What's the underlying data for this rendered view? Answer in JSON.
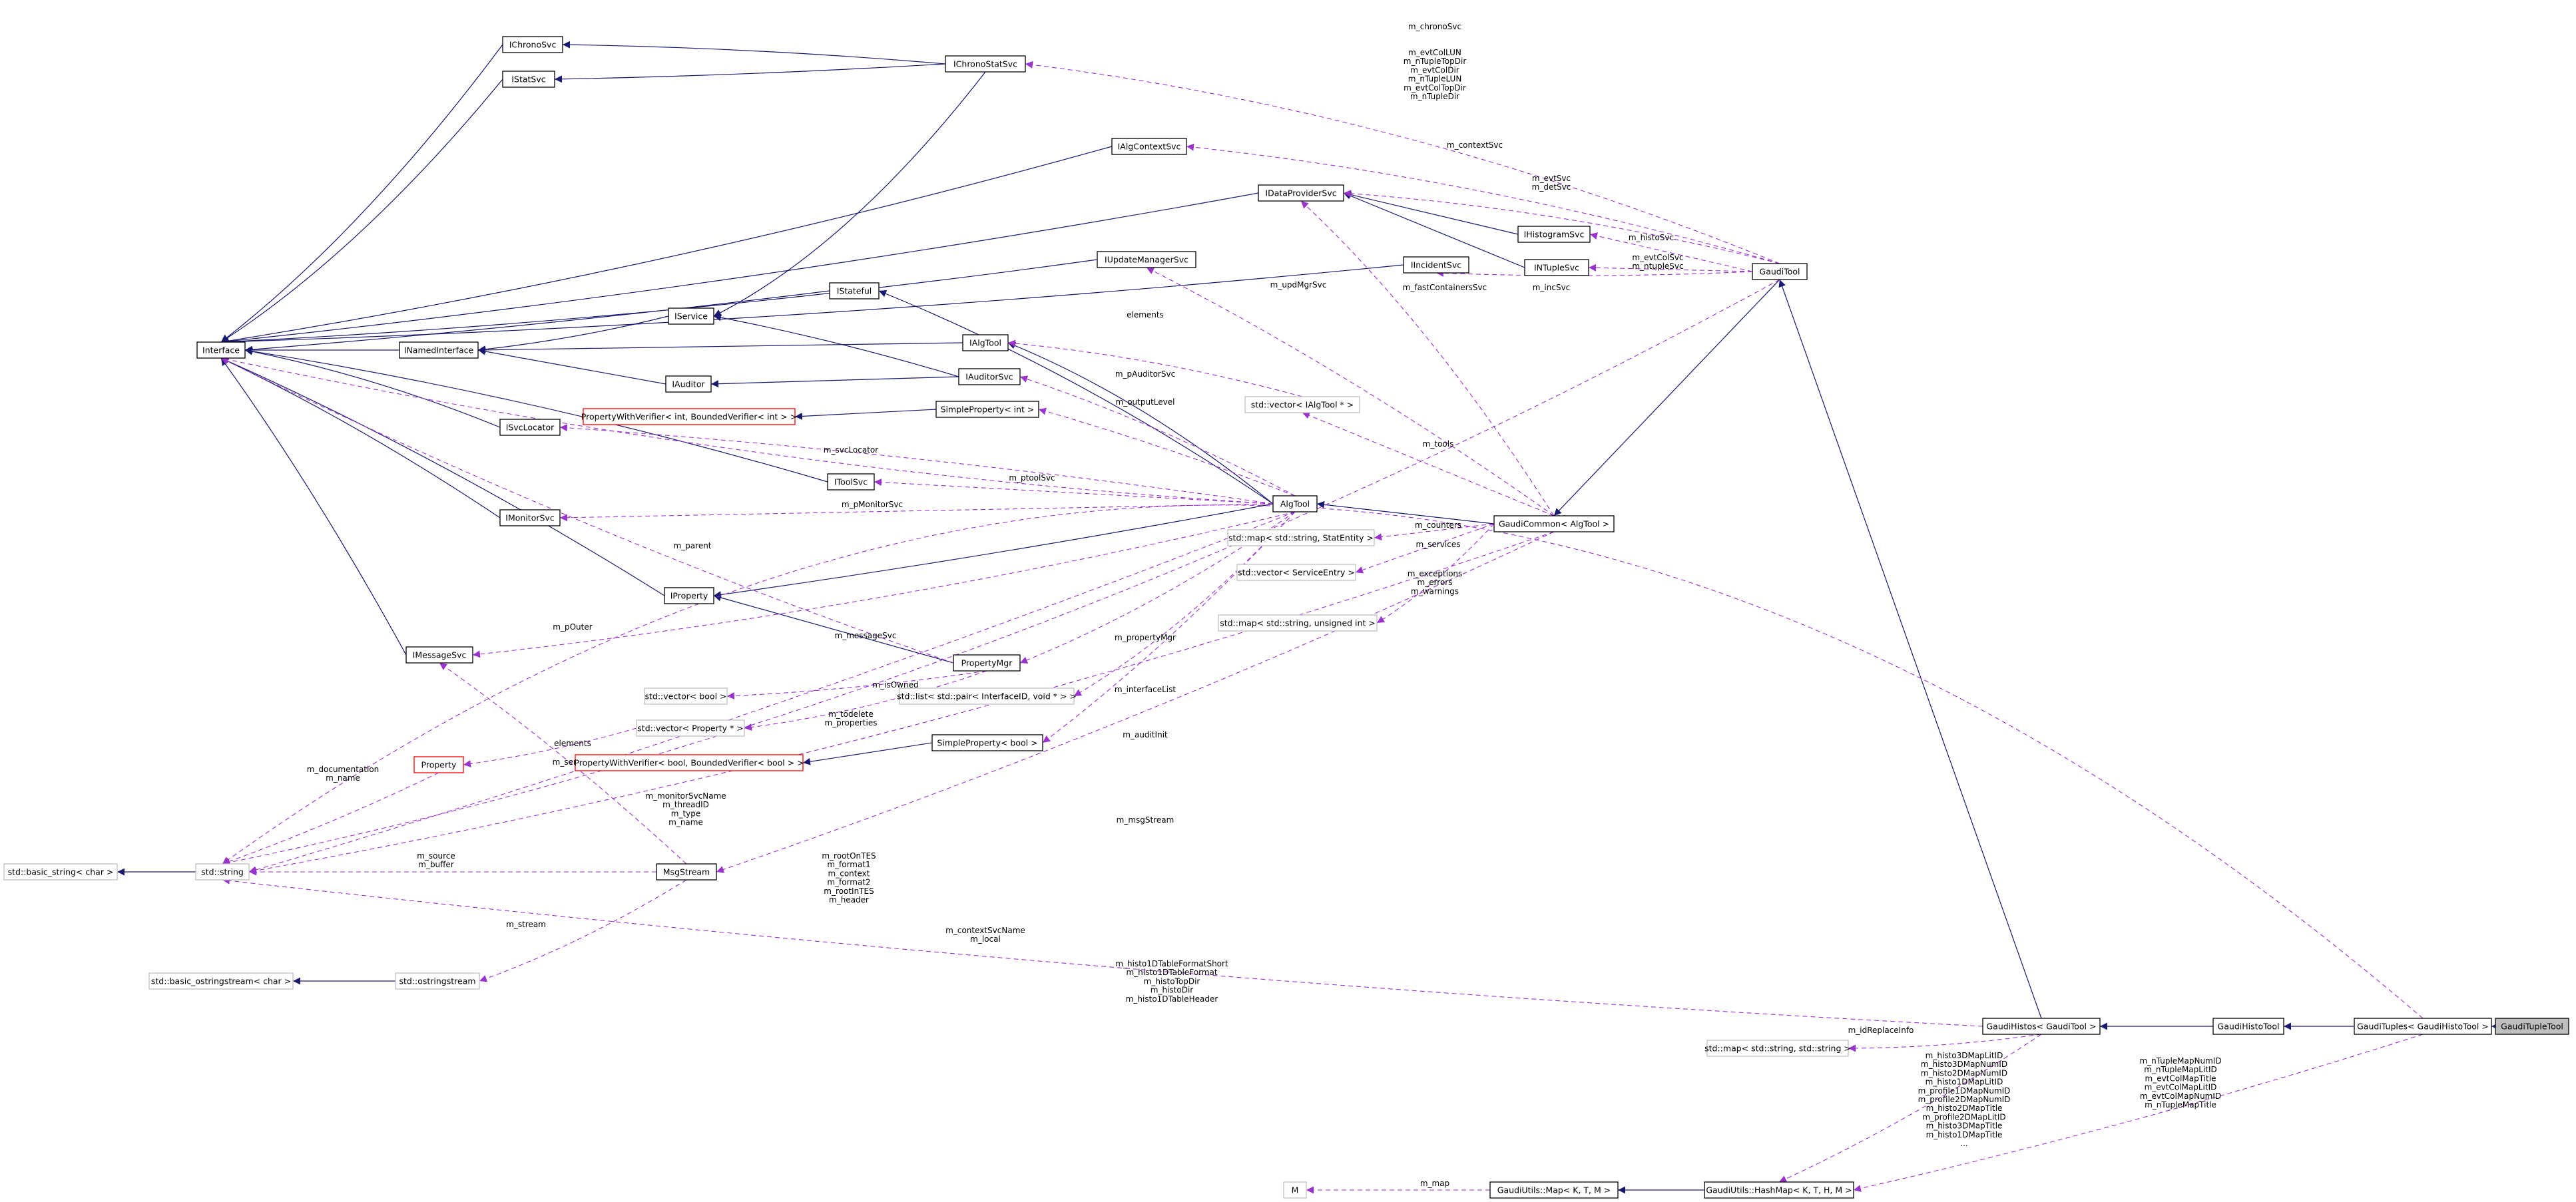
{
  "colors": {
    "inheritance_edge": "#191970",
    "usage_edge": "#9a32cd",
    "current_node_fill": "#bfbfbf",
    "template_node_border": "#ff0000",
    "external_node_border": "#bfbfbf"
  },
  "nodes": {
    "IChronoSvc": "IChronoSvc",
    "IStatSvc": "IStatSvc",
    "IChronoStatSvc": "IChronoStatSvc",
    "IAlgContextSvc": "IAlgContextSvc",
    "IDataProviderSvc": "IDataProviderSvc",
    "IHistogramSvc": "IHistogramSvc",
    "INTupleSvc": "INTupleSvc",
    "IIncidentSvc": "IIncidentSvc",
    "IUpdateManagerSvc": "IUpdateManagerSvc",
    "GaudiTool": "GaudiTool",
    "IStateful": "IStateful",
    "IService": "IService",
    "Interface": "Interface",
    "INamedInterface": "INamedInterface",
    "IAlgTool": "IAlgTool",
    "IAuditor": "IAuditor",
    "IAuditorSvc": "IAuditorSvc",
    "PropertyWithVerifierInt": "PropertyWithVerifier< int, BoundedVerifier< int > >",
    "SimplePropertyInt": "SimpleProperty< int >",
    "VectorIAlgTool": "std::vector< IAlgTool * >",
    "ISvcLocator": "ISvcLocator",
    "IToolSvc": "IToolSvc",
    "AlgTool": "AlgTool",
    "GaudiCommon": "GaudiCommon< AlgTool >",
    "IMonitorSvc": "IMonitorSvc",
    "MapStatEntity": "std::map< std::string, StatEntity >",
    "VectorServiceEntry": "std::vector< ServiceEntry >",
    "IProperty": "IProperty",
    "MapUnsignedInt": "std::map< std::string, unsigned int >",
    "IMessageSvc": "IMessageSvc",
    "PropertyMgr": "PropertyMgr",
    "VectorBool": "std::vector< bool >",
    "ListPair": "std::list< std::pair< InterfaceID, void * > >",
    "VectorProperty": "std::vector< Property * >",
    "SimplePropertyBool": "SimpleProperty< bool >",
    "Property": "Property",
    "PropertyWithVerifierBool": "PropertyWithVerifier< bool, BoundedVerifier< bool > >",
    "BasicString": "std::basic_string< char >",
    "StdString": "std::string",
    "MsgStream": "MsgStream",
    "BasicOstringstream": "std::basic_ostringstream< char >",
    "Ostringstream": "std::ostringstream",
    "GaudiHistos": "GaudiHistos< GaudiTool >",
    "GaudiHistoTool": "GaudiHistoTool",
    "GaudiTuples": "GaudiTuples< GaudiHistoTool >",
    "GaudiTupleTool": "GaudiTupleTool",
    "MapStringString": "std::map< std::string, std::string >",
    "M": "M",
    "GaudiUtilsMap": "GaudiUtils::Map< K, T, M >",
    "GaudiUtilsHashMap": "GaudiUtils::HashMap< K, T, H, M >"
  },
  "edge_labels": {
    "m_chronoSvc": [
      "m_chronoSvc"
    ],
    "m_evtColDir": [
      "m_evtColLUN",
      "m_nTupleTopDir",
      "m_evtColDir",
      "m_nTupleLUN",
      "m_evtColTopDir",
      "m_nTupleDir"
    ],
    "m_contextSvc": [
      "m_contextSvc"
    ],
    "m_evtSvc": [
      "m_evtSvc",
      "m_detSvc"
    ],
    "m_histoSvc": [
      "m_histoSvc"
    ],
    "m_evtColSvc": [
      "m_evtColSvc",
      "m_ntupleSvc"
    ],
    "m_incSvc": [
      "m_incSvc"
    ],
    "m_fastContainersSvc": [
      "m_fastContainersSvc"
    ],
    "m_updMgrSvc": [
      "m_updMgrSvc"
    ],
    "elements_top": [
      "elements"
    ],
    "m_pAuditorSvc": [
      "m_pAuditorSvc"
    ],
    "m_outputLevel": [
      "m_outputLevel"
    ],
    "m_tools": [
      "m_tools"
    ],
    "m_svcLocator": [
      "m_svcLocator"
    ],
    "m_ptoolSvc": [
      "m_ptoolSvc"
    ],
    "m_pMonitorSvc": [
      "m_pMonitorSvc"
    ],
    "m_counters": [
      "m_counters"
    ],
    "m_parent": [
      "m_parent"
    ],
    "m_services": [
      "m_services"
    ],
    "m_exceptions": [
      "m_exceptions",
      "m_errors",
      "m_warnings"
    ],
    "m_messageSvc": [
      "m_messageSvc"
    ],
    "m_pOuter": [
      "m_pOuter"
    ],
    "m_propertyMgr": [
      "m_propertyMgr"
    ],
    "m_isOwned": [
      "m_isOwned"
    ],
    "m_interfaceList": [
      "m_interfaceList"
    ],
    "m_todelete": [
      "m_todelete",
      "m_properties"
    ],
    "elements_bottom": [
      "elements"
    ],
    "m_service": [
      "m_service"
    ],
    "m_auditInit": [
      "m_auditInit"
    ],
    "m_documentation": [
      "m_documentation",
      "m_name"
    ],
    "m_monitorSvcName": [
      "m_monitorSvcName",
      "m_threadID",
      "m_type",
      "m_name"
    ],
    "m_msgStream": [
      "m_msgStream"
    ],
    "m_source": [
      "m_source",
      "m_buffer"
    ],
    "m_rootOnTES": [
      "m_rootOnTES",
      "m_format1",
      "m_context",
      "m_format2",
      "m_rootInTES",
      "m_header"
    ],
    "m_stream": [
      "m_stream"
    ],
    "m_contextSvcName": [
      "m_contextSvcName",
      "m_local"
    ],
    "m_histo1DTableFormatShort": [
      "m_histo1DTableFormatShort",
      "m_histo1DTableFormat",
      "m_histoTopDir",
      "m_histoDir",
      "m_histo1DTableHeader"
    ],
    "m_idReplaceInfo": [
      "m_idReplaceInfo"
    ],
    "m_histo3DMapLitID": [
      "m_histo3DMapLitID",
      "m_histo3DMapNumID",
      "m_histo2DMapNumID",
      "m_histo1DMapLitID",
      "m_profile1DMapNumID",
      "m_profile2DMapNumID",
      "m_histo2DMapTitle",
      "m_profile2DMapLitID",
      "m_histo3DMapTitle",
      "m_histo1DMapTitle",
      "..."
    ],
    "m_nTupleMapNumID": [
      "m_nTupleMapNumID",
      "m_nTupleMapLitID",
      "m_evtColMapTitle",
      "m_evtColMapLitID",
      "m_evtColMapNumID",
      "m_nTupleMapTitle"
    ],
    "m_map": [
      "m_map"
    ]
  }
}
